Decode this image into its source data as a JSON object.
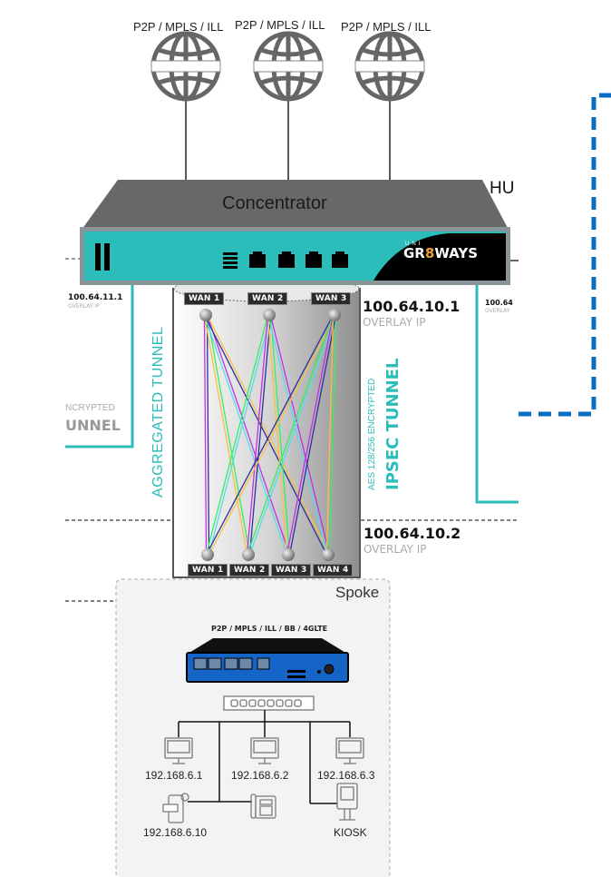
{
  "wan_clouds": [
    {
      "label": "P2P / MPLS / ILL"
    },
    {
      "label": "P2P / MPLS / ILL"
    },
    {
      "label": "P2P / MPLS / ILL"
    }
  ],
  "hub": {
    "label": "HU",
    "device_title": "Concentrator",
    "brand_prefix": "UNI",
    "brand_name_left": "GR",
    "brand_name_right": "WAYS",
    "left_ip": "100.64.11.1",
    "left_ip_sub": "OVERLAY IP",
    "right_ip": "100.64.10.1",
    "right_ip_sub": "OVERLAY IP",
    "far_right_ip": "100.64",
    "far_right_ip_sub": "OVERLAY",
    "top_wans": [
      "WAN 1",
      "WAN 2",
      "WAN 3"
    ]
  },
  "tunnels": {
    "aggregated": "AGGREGATED TUNNEL",
    "ipsec_encryption": "AES 128/256 ENCRYPTED",
    "ipsec_title": "IPSEC TUNNEL",
    "left_partial_encryption": "NCRYPTED",
    "left_partial_title": "UNNEL"
  },
  "spoke": {
    "label": "Spoke",
    "ip": "100.64.10.2",
    "ip_sub": "OVERLAY IP",
    "bottom_wans": [
      "WAN 1",
      "WAN 2",
      "WAN 3",
      "WAN 4"
    ],
    "device_caption": "P2P / MPLS / ILL / BB / 4GLTE",
    "clients": [
      {
        "label": "192.168.6.1",
        "icon": "desktop-icon"
      },
      {
        "label": "192.168.6.2",
        "icon": "desktop-icon"
      },
      {
        "label": "192.168.6.3",
        "icon": "desktop-icon"
      },
      {
        "label": "192.168.6.10",
        "icon": "pos-terminal-icon"
      },
      {
        "label": "",
        "icon": "phone-icon"
      },
      {
        "label": "KIOSK",
        "icon": "kiosk-icon"
      }
    ]
  },
  "colors": {
    "teal": "#2bbdb9",
    "device_grey": "#686868",
    "blue_dashed": "#0a6cc4",
    "link_colors": [
      "#c22fe6",
      "#2e2f9e",
      "#f6c23e",
      "#33ee66",
      "#55dde6"
    ]
  }
}
